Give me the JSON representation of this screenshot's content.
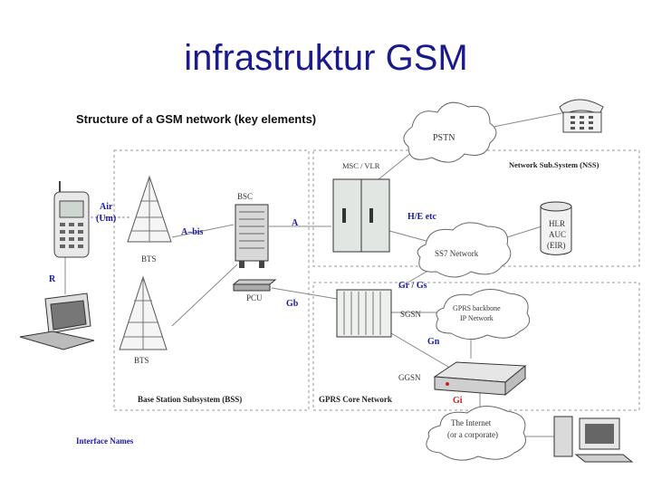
{
  "slide_title": "infrastruktur GSM",
  "diagram": {
    "heading": "Structure of a GSM network (key elements)",
    "clouds": {
      "pstn": "PSTN",
      "ss7": "SS7 Network",
      "gprs_backbone_1": "GPRS backbone",
      "gprs_backbone_2": "IP Network",
      "internet_1": "The Internet",
      "internet_2": "(or a corporate)"
    },
    "nodes": {
      "msc_vlr": "MSC / VLR",
      "nss": "Network Sub.System (NSS)",
      "hlr": "HLR",
      "auc": "AUC",
      "eir": "(EIR)",
      "bsc": "BSC",
      "bts_top": "BTS",
      "bts_bottom": "BTS",
      "pcu": "PCU",
      "sgsn": "SGSN",
      "ggsn": "GGSN"
    },
    "interfaces": {
      "air": "Air",
      "um": "(Um)",
      "a_bis": "A–bis",
      "a": "A",
      "he_etc": "H/E etc",
      "gr_gs": "Gr / Gs",
      "gb": "Gb",
      "gn": "Gn",
      "gi": "Gi",
      "r": "R"
    },
    "regions": {
      "bss": "Base Station Subsystem (BSS)",
      "gprs_core": "GPRS Core Network"
    },
    "legend": "Interface Names"
  }
}
